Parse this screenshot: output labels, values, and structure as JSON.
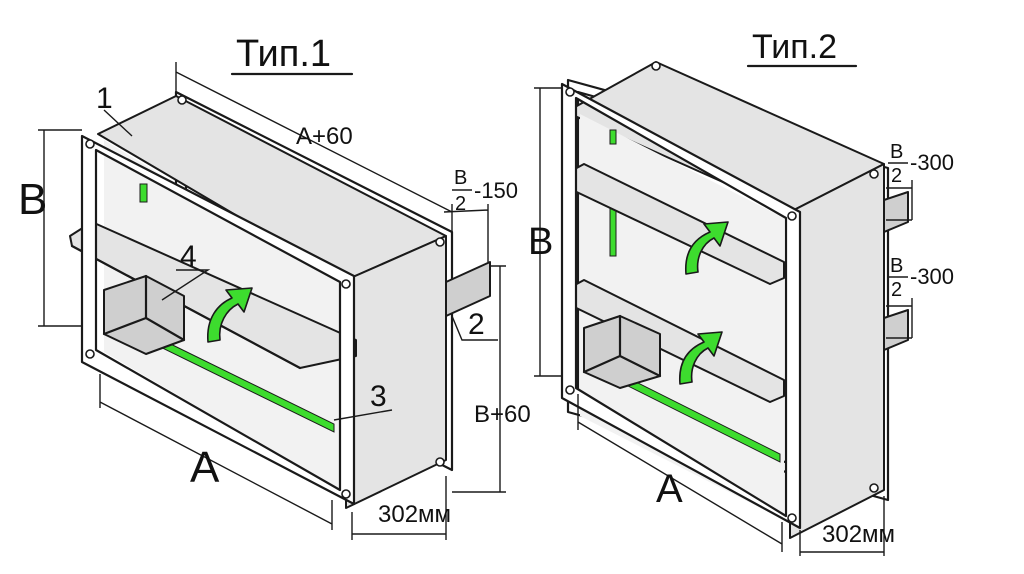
{
  "type1": {
    "title": "Тип.1",
    "dim_top": "A+60",
    "dim_side_num": "B",
    "dim_side_den": "2",
    "dim_side_rest": "-150",
    "dim_height_full": "B+60",
    "dim_depth": "302мм",
    "dim_width": "A",
    "dim_height": "B",
    "callout_1": "1",
    "callout_2": "2",
    "callout_3": "3",
    "callout_4": "4"
  },
  "type2": {
    "title": "Тип.2",
    "dim_side1_num": "B",
    "dim_side1_den": "2",
    "dim_side1_rest": "-300",
    "dim_side2_num": "B",
    "dim_side2_den": "2",
    "dim_side2_rest": "-300",
    "dim_width": "A",
    "dim_height": "B",
    "dim_depth": "302мм"
  },
  "colors": {
    "accent_green": "#3ddc2e",
    "line": "#1a1a1a"
  }
}
